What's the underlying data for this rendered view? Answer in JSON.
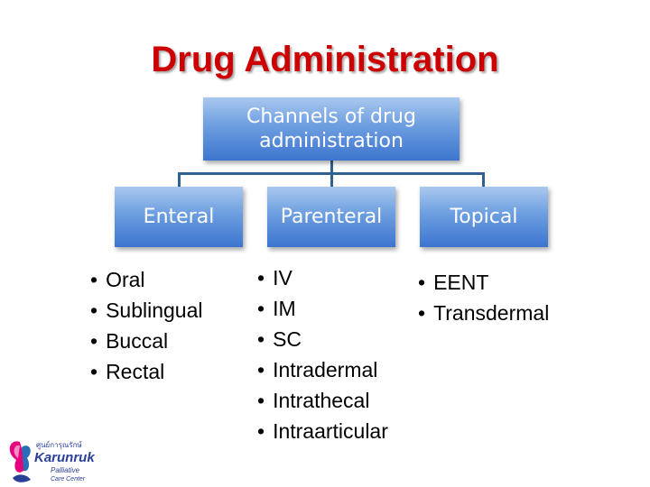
{
  "title": "Drug Administration",
  "root": {
    "line1": "Channels of drug",
    "line2": "administration"
  },
  "branches": [
    {
      "label": "Enteral",
      "items": [
        "Oral",
        "Sublingual",
        "Buccal",
        "Rectal"
      ]
    },
    {
      "label": "Parenteral",
      "items": [
        "IV",
        "IM",
        "SC",
        "Intradermal",
        "Intrathecal",
        "Intraarticular"
      ]
    },
    {
      "label": "Topical",
      "items": [
        "EENT",
        "Transdermal"
      ]
    }
  ],
  "logo": {
    "thai_text": "ศูนย์การุณรักษ์",
    "name": "Karunruk",
    "line2": "Palliative",
    "line3": "Care Center"
  },
  "colors": {
    "title": "#cc0000",
    "box_top": "#a9c8ef",
    "box_bottom": "#3d75cf",
    "connector": "#2f6290"
  }
}
